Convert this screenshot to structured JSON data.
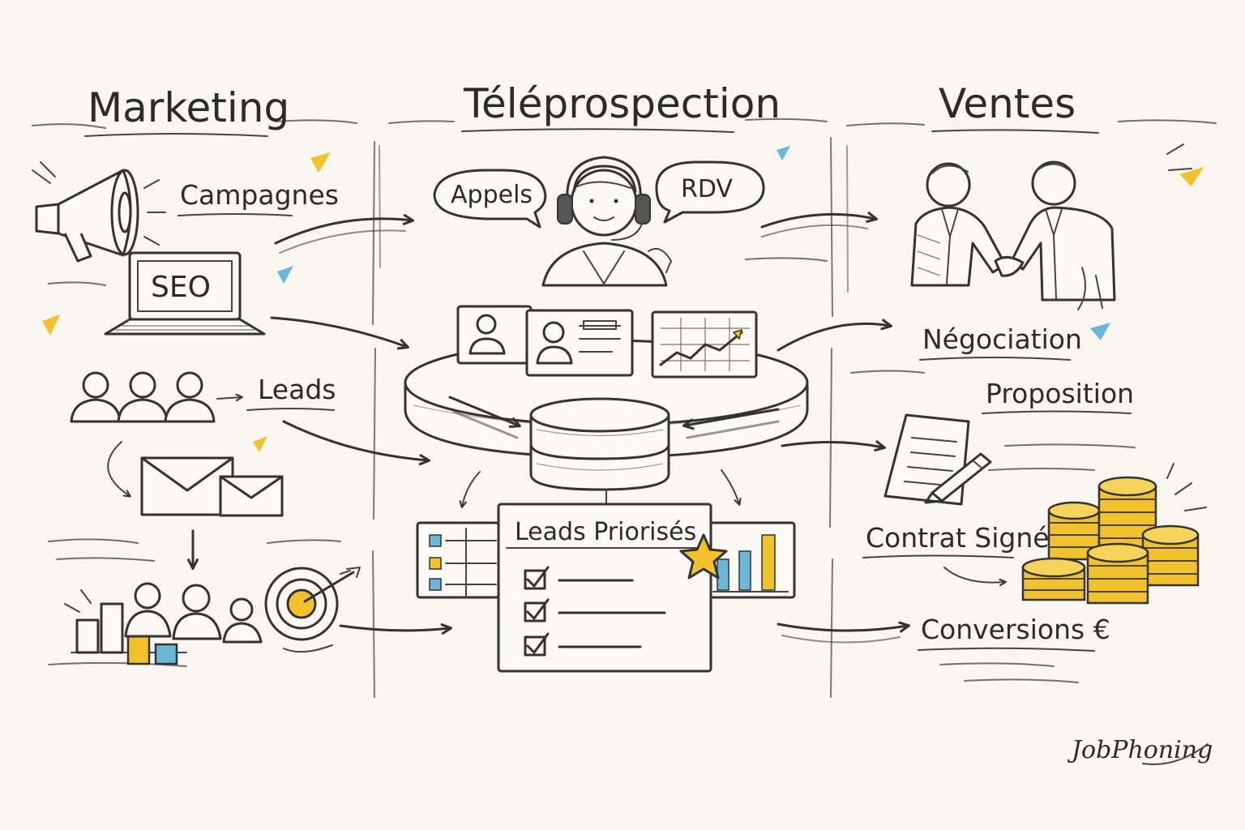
{
  "columns": {
    "marketing": "Marketing",
    "teleprospection": "Téléprospection",
    "ventes": "Ventes"
  },
  "marketing": {
    "campaigns": "Campagnes",
    "seo": "SEO",
    "leads": "Leads"
  },
  "teleprospection": {
    "calls_bubble": "Appels",
    "meeting_bubble": "RDV",
    "prioritized_card_title": "Leads Priorisés"
  },
  "ventes": {
    "negotiation": "Négociation",
    "proposal": "Proposition",
    "signed_contract": "Contrat Signé",
    "conversions": "Conversions €"
  },
  "brand": {
    "logo": "JobPhoning"
  },
  "colors": {
    "ink": "#333333",
    "accent_yellow": "#f2c12e",
    "accent_blue": "#6bb8d6",
    "paper": "#f8f6ee"
  },
  "icons": [
    "megaphone-icon",
    "laptop-icon",
    "people-group-icon",
    "envelope-icon",
    "target-icon",
    "bar-chart-icon",
    "headset-agent-icon",
    "speech-bubble-icon",
    "profile-card-icon",
    "line-chart-card-icon",
    "database-icon",
    "checklist-icon",
    "star-icon",
    "handshake-icon",
    "contract-pen-icon",
    "coin-stack-icon"
  ]
}
